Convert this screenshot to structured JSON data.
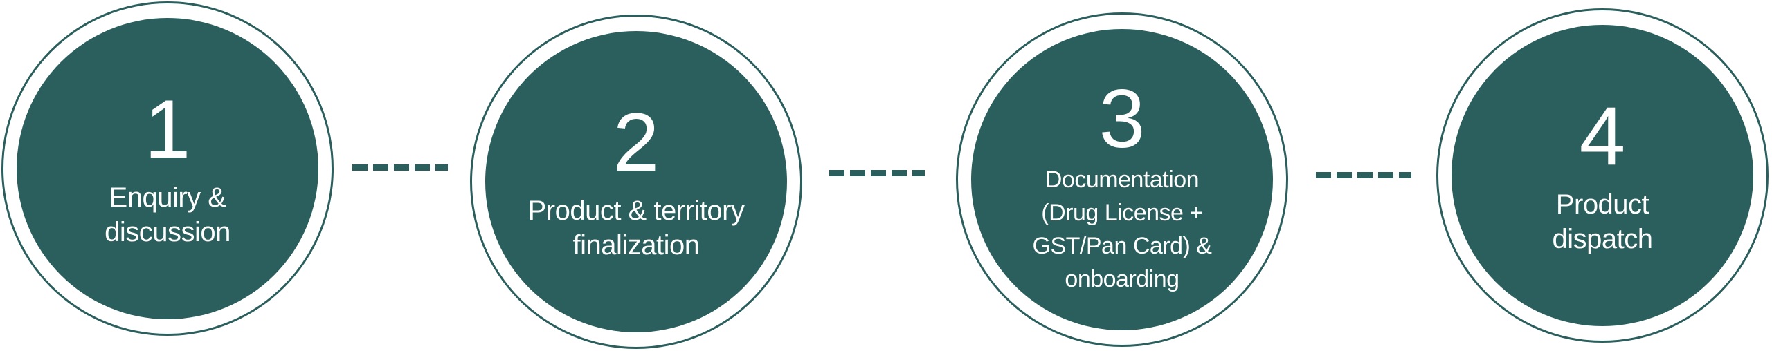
{
  "accent_color": "#2a5f5e",
  "steps": [
    {
      "number": "1",
      "label": "Enquiry & discussion"
    },
    {
      "number": "2",
      "label": "Product & territory finalization"
    },
    {
      "number": "3",
      "label": "Documentation (Drug License + GST/Pan Card) & onboarding"
    },
    {
      "number": "4",
      "label": "Product dispatch"
    }
  ]
}
